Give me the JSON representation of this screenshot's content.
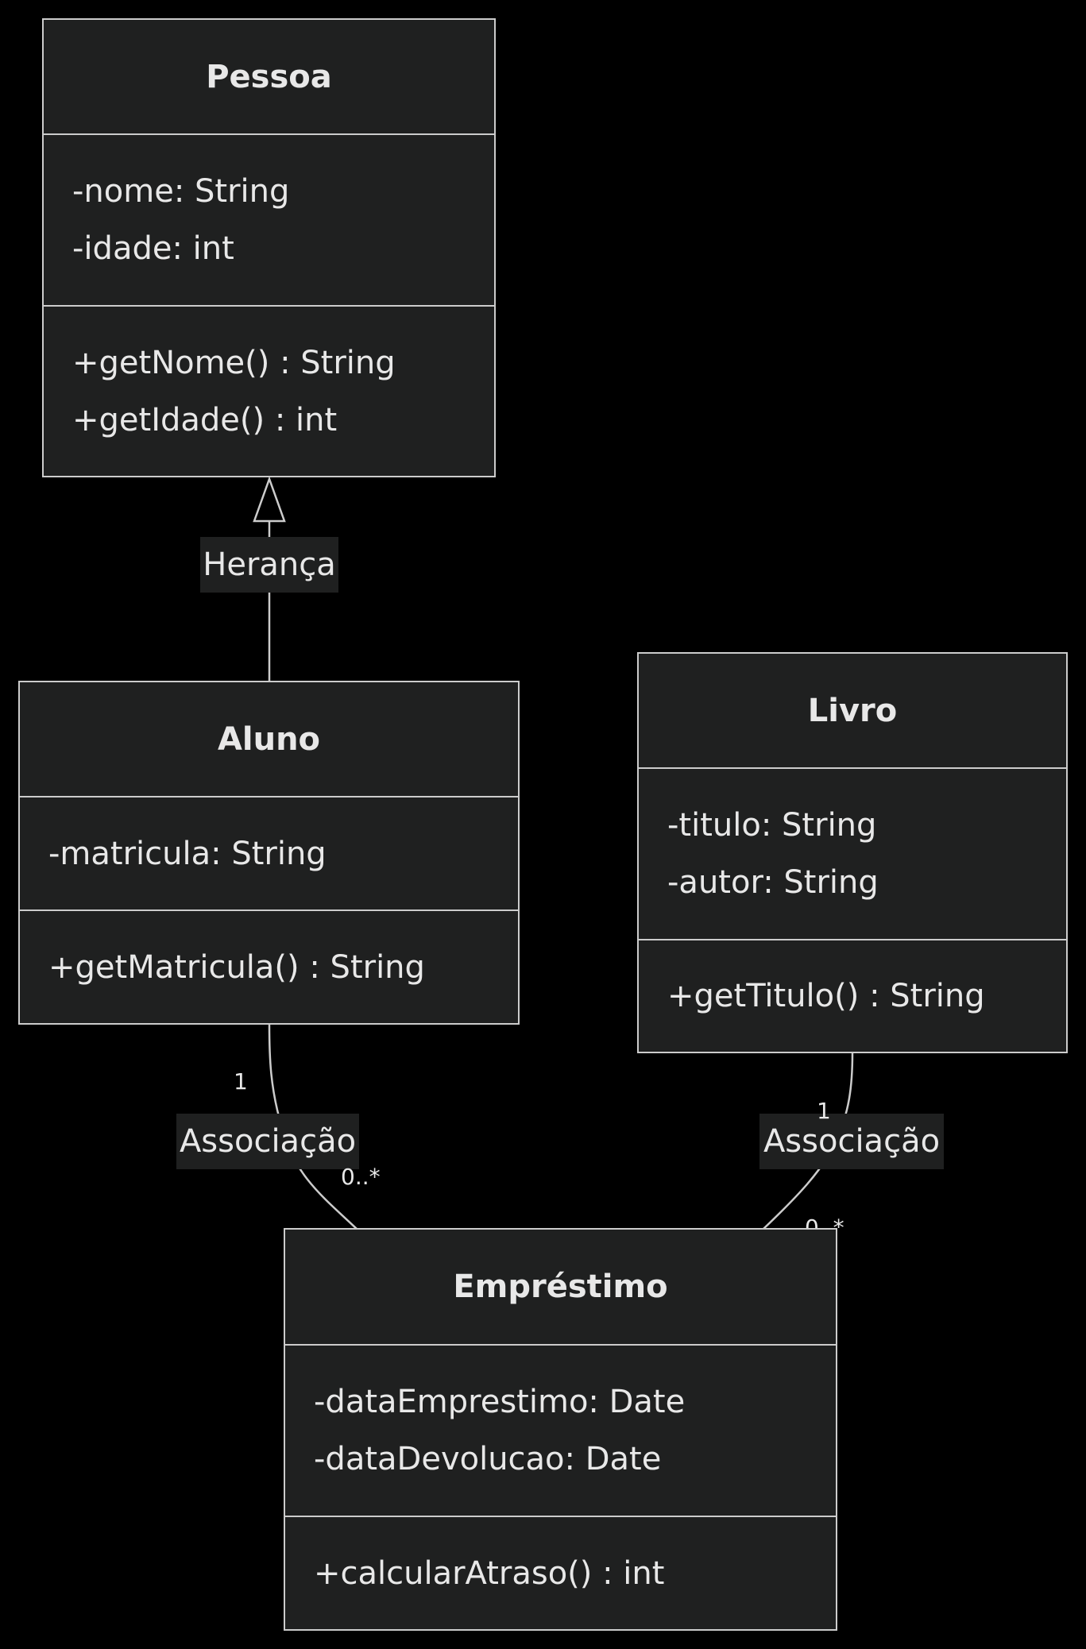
{
  "colors": {
    "background": "#000000",
    "node_fill": "#1f2020",
    "border": "#cccccc",
    "text": "#e8e8e8"
  },
  "classes": {
    "pessoa": {
      "name": "Pessoa",
      "attributes": [
        "-nome: String",
        "-idade: int"
      ],
      "methods": [
        "+getNome() : String",
        "+getIdade() : int"
      ]
    },
    "aluno": {
      "name": "Aluno",
      "attributes": [
        "-matricula: String"
      ],
      "methods": [
        "+getMatricula() : String"
      ]
    },
    "livro": {
      "name": "Livro",
      "attributes": [
        "-titulo: String",
        "-autor: String"
      ],
      "methods": [
        "+getTitulo() : String"
      ]
    },
    "emprestimo": {
      "name": "Empréstimo",
      "attributes": [
        "-dataEmprestimo: Date",
        "-dataDevolucao: Date"
      ],
      "methods": [
        "+calcularAtraso() : int"
      ]
    }
  },
  "relations": {
    "heranca": {
      "label": "Herança"
    },
    "aluno_emprestimo": {
      "label": "Associação",
      "from_mult": "1",
      "to_mult": "0..*"
    },
    "livro_emprestimo": {
      "label": "Associação",
      "from_mult": "1",
      "to_mult": "0..*"
    }
  }
}
